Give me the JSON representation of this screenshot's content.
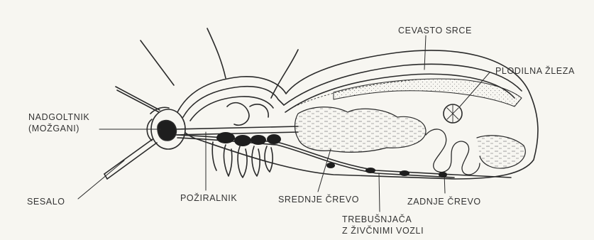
{
  "labels": {
    "heart": "CEVASTO SRCE",
    "gonad": "PLODILNA ŽLEZA",
    "brain_line1": "NADGOLTNIK",
    "brain_line2": "(MOŽGANI)",
    "proboscis": "SESALO",
    "esophagus": "POŽIRALNIK",
    "midgut": "SREDNJE ČREVO",
    "hindgut": "ZADNJE ČREVO",
    "nerve_cord_line1": "TREBUŠNJAČA",
    "nerve_cord_line2": "Z ŽIVČNIMI VOZLI"
  },
  "colors": {
    "ink": "#2a2a2a",
    "paper": "#f7f6f1",
    "hatch": "#9a9a9a"
  }
}
